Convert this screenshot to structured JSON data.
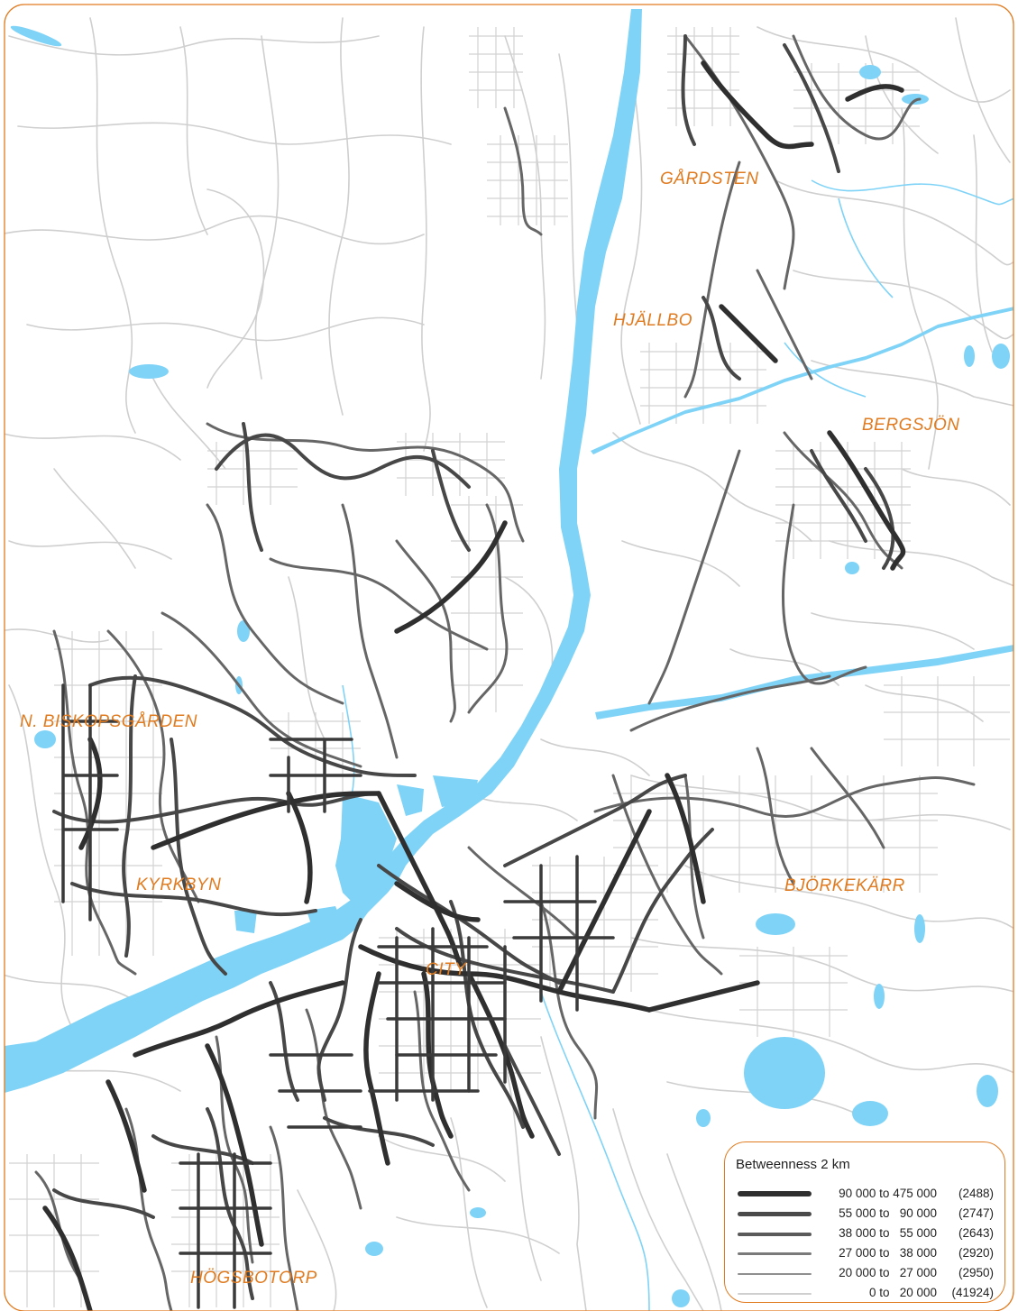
{
  "map": {
    "colors": {
      "water": "#7fd3f7",
      "road_light": "#c9c9c9",
      "road_dark": "#333333",
      "label": "#e07b20",
      "frame": "#e07b20"
    },
    "places": [
      {
        "name": "GÅRDSTEN"
      },
      {
        "name": "HJÄLLBO"
      },
      {
        "name": "BERGSJÖN"
      },
      {
        "name": "N. BISKOPSGÅRDEN"
      },
      {
        "name": "KYRKBYN"
      },
      {
        "name": "BJÖRKEKÄRR"
      },
      {
        "name": "CITY"
      },
      {
        "name": "HÖGSBOTORP"
      }
    ]
  },
  "legend": {
    "title": "Betweenness 2 km",
    "classes": [
      {
        "range": "90 000 to 475 000",
        "count": "(2488)",
        "color": "#2f2f2f"
      },
      {
        "range": "55 000 to   90 000",
        "count": "(2747)",
        "color": "#4a4a4a"
      },
      {
        "range": "38 000 to   55 000",
        "count": "(2643)",
        "color": "#5a5a5a"
      },
      {
        "range": "27 000 to   38 000",
        "count": "(2920)",
        "color": "#7a7a7a"
      },
      {
        "range": "20 000 to   27 000",
        "count": "(2950)",
        "color": "#8f8f8f"
      },
      {
        "range": "0 to   20 000",
        "count": "(41924)",
        "color": "#cfcfcf"
      }
    ]
  }
}
